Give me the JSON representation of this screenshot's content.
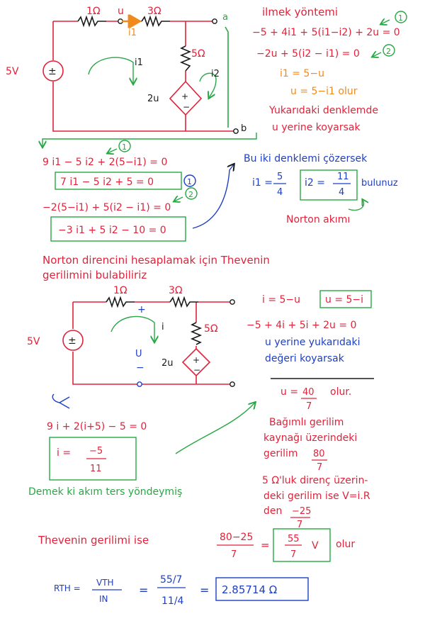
{
  "colors": {
    "black": "#1a1a1a",
    "red": "#e0223a",
    "blue": "#1d3fc4",
    "green": "#28a745",
    "orange": "#f08a1c"
  },
  "circuit1": {
    "r1": "1Ω",
    "node_u": "u",
    "r2": "3Ω",
    "terminal_a": "a",
    "source": "5V",
    "source_sign": "±",
    "current_i1_wire": "i1",
    "loop_i1": "i1",
    "r3": "5Ω",
    "loop_i2": "i2",
    "dep_source": "2u",
    "terminal_b": "b"
  },
  "right1": {
    "title": "ilmek yöntemi",
    "eq1": "−5 + 4i1 + 5(i1−i2) + 2u = 0",
    "eq1_tag": "1",
    "eq2": "−2u + 5(i2 − i1) = 0",
    "eq2_tag": "2",
    "eq3": "i1 = 5−u",
    "eq4": "u = 5−i1  olur",
    "text1": "Yukarıdaki denklemde",
    "text2": "u yerine koyarsak"
  },
  "mid": {
    "tag1": "1",
    "eq_a": "9 i1 − 5 i2 + 2(5−i1) = 0",
    "eq_b": "7 i1 − 5 i2 + 5 = 0",
    "eq_b_tag": "1",
    "tag2": "2",
    "eq_c": "−2(5−i1) + 5(i2 − i1) = 0",
    "eq_d": "−3 i1 + 5 i2 − 10 = 0",
    "right_text": "Bu iki denklemi çözersek",
    "i1_lhs": "i1 =",
    "i1_num": "5",
    "i1_den": "4",
    "i2_lhs": "i2 =",
    "i2_num": "11",
    "i2_den": "4",
    "buluruz": "bulunuz",
    "norton": "Norton akımı"
  },
  "section2": {
    "line1": "Norton direncini hesaplamak için Thevenin",
    "line2": "gerilimini bulabiliriz"
  },
  "circuit2": {
    "r1": "1Ω",
    "r2": "3Ω",
    "source": "5V",
    "source_sign": "±",
    "plus": "+",
    "loop_i": "i",
    "u_label": "U",
    "minus": "−",
    "dep_source": "2u",
    "r3": "5Ω"
  },
  "right2": {
    "eq1": "i = 5−u",
    "eq1_box": "u = 5−i",
    "eq2": "−5 + 4i + 5i + 2u = 0",
    "text1": "u yerine yukarıdaki",
    "text2": "değeri koyarsak",
    "u_lhs": "u =",
    "u_num": "40",
    "u_den": "7",
    "u_suffix": "olur.",
    "dep1": "Bağımlı gerilim",
    "dep2": "kaynağı üzerindeki",
    "dep3": "gerilim",
    "dep_num": "80",
    "dep_den": "7",
    "r5_1": "5 Ω'luk direnç üzerin-",
    "r5_2": "deki gerilim ise V=i.R",
    "r5_3": "den",
    "r5_num": "−25",
    "r5_den": "7"
  },
  "left2": {
    "eq": "9 i + 2(i+5) − 5 = 0",
    "i_lhs": "i =",
    "i_num": "−5",
    "i_den": "11",
    "note": "Demek ki akım ters yöndeymiş"
  },
  "thevenin": {
    "label": "Thevenin gerilimi ise",
    "num": "80−25",
    "den": "7",
    "eq": "=",
    "res_num": "55",
    "res_den": "7",
    "res_unit": "V",
    "olur": "olur"
  },
  "rth": {
    "lhs": "RTH =",
    "vth": "VTH",
    "in": "IN",
    "eq1": "=",
    "num": "55/7",
    "den": "11/4",
    "eq2": "=",
    "result": "2.85714 Ω"
  }
}
